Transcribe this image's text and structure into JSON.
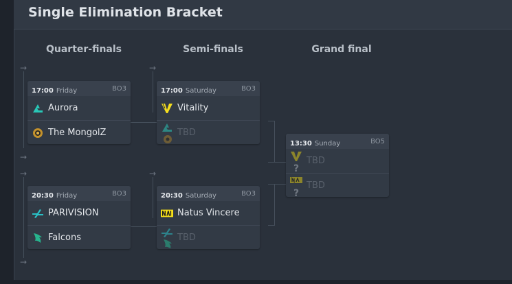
{
  "page": {
    "title": "Single Elimination Bracket",
    "stages": [
      "Quarter-finals",
      "Semi-finals",
      "Grand final"
    ],
    "arrow": "→"
  },
  "colors": {
    "aurora": "#29c7b7",
    "mongolz": "#d8a233",
    "vitality": "#f4dd1f",
    "parivision": "#29c0c6",
    "falcons": "#27b38d",
    "navi": "#f7e019"
  },
  "matches": [
    {
      "id": "qf1",
      "time": "17:00",
      "day": "Friday",
      "format": "BO3",
      "teams": [
        {
          "name": "Aurora",
          "icon": "aurora-logo-icon"
        },
        {
          "name": "The MongolZ",
          "icon": "mongolz-logo-icon"
        }
      ]
    },
    {
      "id": "qf2",
      "time": "20:30",
      "day": "Friday",
      "format": "BO3",
      "teams": [
        {
          "name": "PARIVISION",
          "icon": "parivision-logo-icon"
        },
        {
          "name": "Falcons",
          "icon": "falcons-logo-icon"
        }
      ]
    },
    {
      "id": "sf1",
      "time": "17:00",
      "day": "Saturday",
      "format": "BO3",
      "teams": [
        {
          "name": "Vitality",
          "icon": "vitality-logo-icon"
        },
        {
          "name": "TBD",
          "icon": "tbd-aurora-mongolz-icon"
        }
      ]
    },
    {
      "id": "sf2",
      "time": "20:30",
      "day": "Saturday",
      "format": "BO3",
      "teams": [
        {
          "name": "Natus Vincere",
          "icon": "navi-logo-icon"
        },
        {
          "name": "TBD",
          "icon": "tbd-parivision-falcons-icon"
        }
      ]
    },
    {
      "id": "gf",
      "time": "13:30",
      "day": "Sunday",
      "format": "BO5",
      "teams": [
        {
          "name": "TBD",
          "icon": "tbd-vitality-icon"
        },
        {
          "name": "TBD",
          "icon": "tbd-navi-icon"
        }
      ]
    }
  ]
}
